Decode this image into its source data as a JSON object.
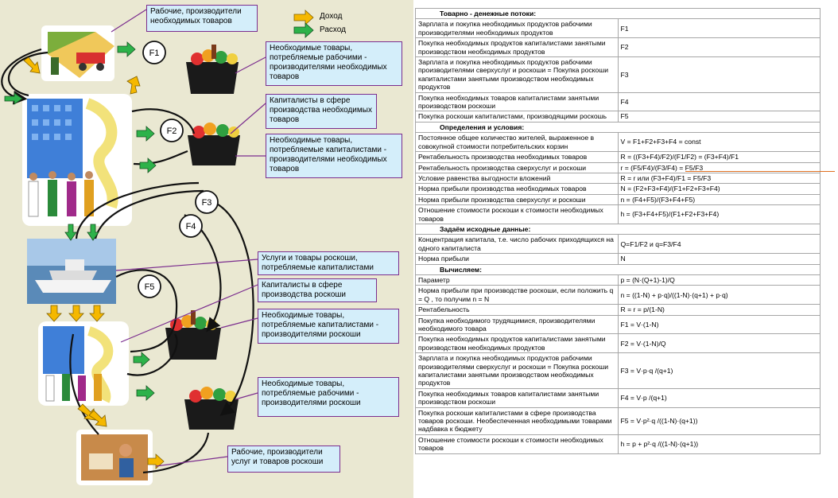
{
  "legend": {
    "income": "Доход",
    "expense": "Расход"
  },
  "flow_labels": [
    "F1",
    "F2",
    "F3",
    "F4",
    "F5"
  ],
  "callouts": {
    "workers_necessary": "Рабочие, производители необходимых товаров",
    "goods_workers_necessary": "Необходимые товары, потребляемые рабочими - производителями необходимых товаров",
    "capitalists_necessary": "Капиталисты в сфере производства необходимых товаров",
    "goods_capitalists": "Необходимые товары, потребляемые капиталистами - производителями необходимых товаров",
    "luxury_services": "Услуги и товары роскоши, потребляемые капиталистами",
    "capitalists_luxury": "Капиталисты в сфере производства роскоши",
    "goods_capitalists_luxury": "Необходимые товары, потребляемые капиталистами - производителями роскоши",
    "goods_workers_luxury": "Необходимые товары, потребляемые рабочими - производителями роскоши",
    "workers_luxury": "Рабочие, производители услуг и товаров роскоши"
  },
  "table": {
    "sections": [
      {
        "title": "Товарно - денежные потоки:",
        "rows": [
          [
            "Зарплата и покупка необходимых продуктов рабочими производителями необходимых продуктов",
            "F1"
          ],
          [
            "Покупка необходимых продуктов капиталистами занятыми производством необходимых продуктов",
            "F2"
          ],
          [
            "Зарплата и покупка необходимых продуктов рабочими производителями сверхуслуг и роскоши = Покупка роскоши капиталистами занятыми производством необходимых продуктов",
            "F3"
          ],
          [
            "Покупка необходимых товаров капиталистами занятыми производством роскоши",
            "F4"
          ],
          [
            "Покупка роскоши капиталистами, производящими роскошь",
            "F5"
          ]
        ]
      },
      {
        "title": "Определения и условия:",
        "rows": [
          [
            "Постоянное общее количество жителей, выраженное в совокупной стоимости потребительских корзин",
            "V = F1+F2+F3+F4 = const"
          ],
          [
            "Рентабельность производства необходимых товаров",
            "R = ((F3+F4)/F2)/(F1/F2) = (F3+F4)/F1"
          ],
          [
            "Рентабельность производства сверхуслуг и роскоши",
            "r = (F5/F4)/(F3/F4) = F5/F3"
          ],
          [
            "Условие равенства выгодности вложений",
            "R = r или (F3+F4)/F1 = F5/F3"
          ],
          [
            "Норма прибыли производства необходимых товаров",
            "N = (F2+F3+F4)/(F1+F2+F3+F4)"
          ],
          [
            "Норма прибыли производства сверхуслуг и роскоши",
            "n = (F4+F5)/(F3+F4+F5)"
          ],
          [
            "Отношение стоимости роскоши к стоимости необходимых товаров",
            "h = (F3+F4+F5)/(F1+F2+F3+F4)"
          ]
        ]
      },
      {
        "title": "Задаём исходные данные:",
        "rows": [
          [
            "Концентрация капитала, т.е. число рабочих приходящихся на одного капиталиста",
            "Q=F1/F2 и q=F3/F4"
          ],
          [
            "Норма прибыли",
            "N"
          ]
        ]
      },
      {
        "title": "Вычисляем:",
        "rows": [
          [
            "Параметр",
            "p = (N·(Q+1)-1)/Q"
          ],
          [
            "Норма прибыли при производстве роскоши, если положить q = Q , то получим n = N",
            "n = ((1-N) + p·q)/((1-N)·(q+1) + p·q)"
          ],
          [
            "Рентабельность",
            "R = r = p/(1-N)"
          ],
          [
            "Покупка необходимого трудящимися, производителями необходимого товара",
            "F1 = V·(1-N)"
          ],
          [
            "Покупка необходимых продуктов капиталистами занятыми производством необходимых продуктов",
            "F2 = V·(1-N)/Q"
          ],
          [
            "Зарплата и покупка необходимых продуктов рабочими производителями сверхуслуг и роскоши = Покупка роскоши капиталистами занятыми производством необходимых продуктов",
            "F3 = V·p·q /(q+1)"
          ],
          [
            "Покупка необходимых товаров капиталистами занятыми производством роскоши",
            "F4 = V·p /(q+1)"
          ],
          [
            "Покупка роскоши капиталистами в сфере производства товаров роскоши. Необеспеченная необходимыми товарами надбавка к бюджету",
            "F5 = V·p²·q /((1-N)·(q+1))"
          ],
          [
            "Отношение стоимости роскоши к стоимости необходимых товаров",
            "h = p + p²·q /((1-N)·(q+1))"
          ]
        ]
      }
    ]
  },
  "colors": {
    "income": "#f5b800",
    "expense": "#2db24a",
    "callout_bg": "#d4eefa",
    "callout_border": "#7b2d8e",
    "panel_bg": "#eae8d2",
    "highlight_line": "#e07020"
  }
}
